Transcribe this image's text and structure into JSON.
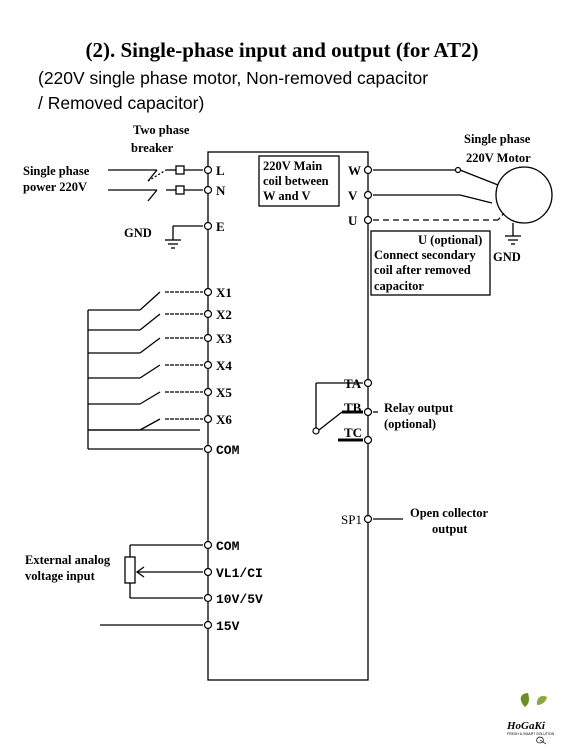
{
  "header": {
    "title": "(2). Single-phase input and output (for AT2)",
    "subtitle_line1": "(220V single phase motor, Non-removed capacitor",
    "subtitle_line2": "/ Removed capacitor)"
  },
  "labels": {
    "breaker_line1": "Two phase",
    "breaker_line2": "breaker",
    "power_line1": "Single phase",
    "power_line2": "power 220V",
    "gnd_left": "GND",
    "gnd_right": "GND",
    "motor_line1": "Single phase",
    "motor_line2": "220V Motor",
    "coil_box_line1": "220V Main",
    "coil_box_line2": "coil between",
    "coil_box_line3": "W and V",
    "note_line1": "U (optional)",
    "note_line2": "Connect secondary",
    "note_line3": "coil after removed",
    "note_line4": "capacitor",
    "relay_line1": "Relay output",
    "relay_line2": "(optional)",
    "oc_line1": "Open collector",
    "oc_line2": "output",
    "analog_line1": "External analog",
    "analog_line2": "voltage input"
  },
  "terminals": {
    "L": "L",
    "N": "N",
    "E": "E",
    "X1": "X1",
    "X2": "X2",
    "X3": "X3",
    "X4": "X4",
    "X5": "X5",
    "X6": "X6",
    "COM1": "COM",
    "COM2": "COM",
    "VL1": "VL1/CI",
    "V10": "10V/5V",
    "V15": "15V",
    "W": "W",
    "V": "V",
    "U": "U",
    "TA": "TA",
    "TB": "TB",
    "TC": "TC",
    "SP1": "SP1"
  },
  "logo": {
    "name": "HoGaKi",
    "tagline": "FRESH & SMART SOLUTION"
  }
}
